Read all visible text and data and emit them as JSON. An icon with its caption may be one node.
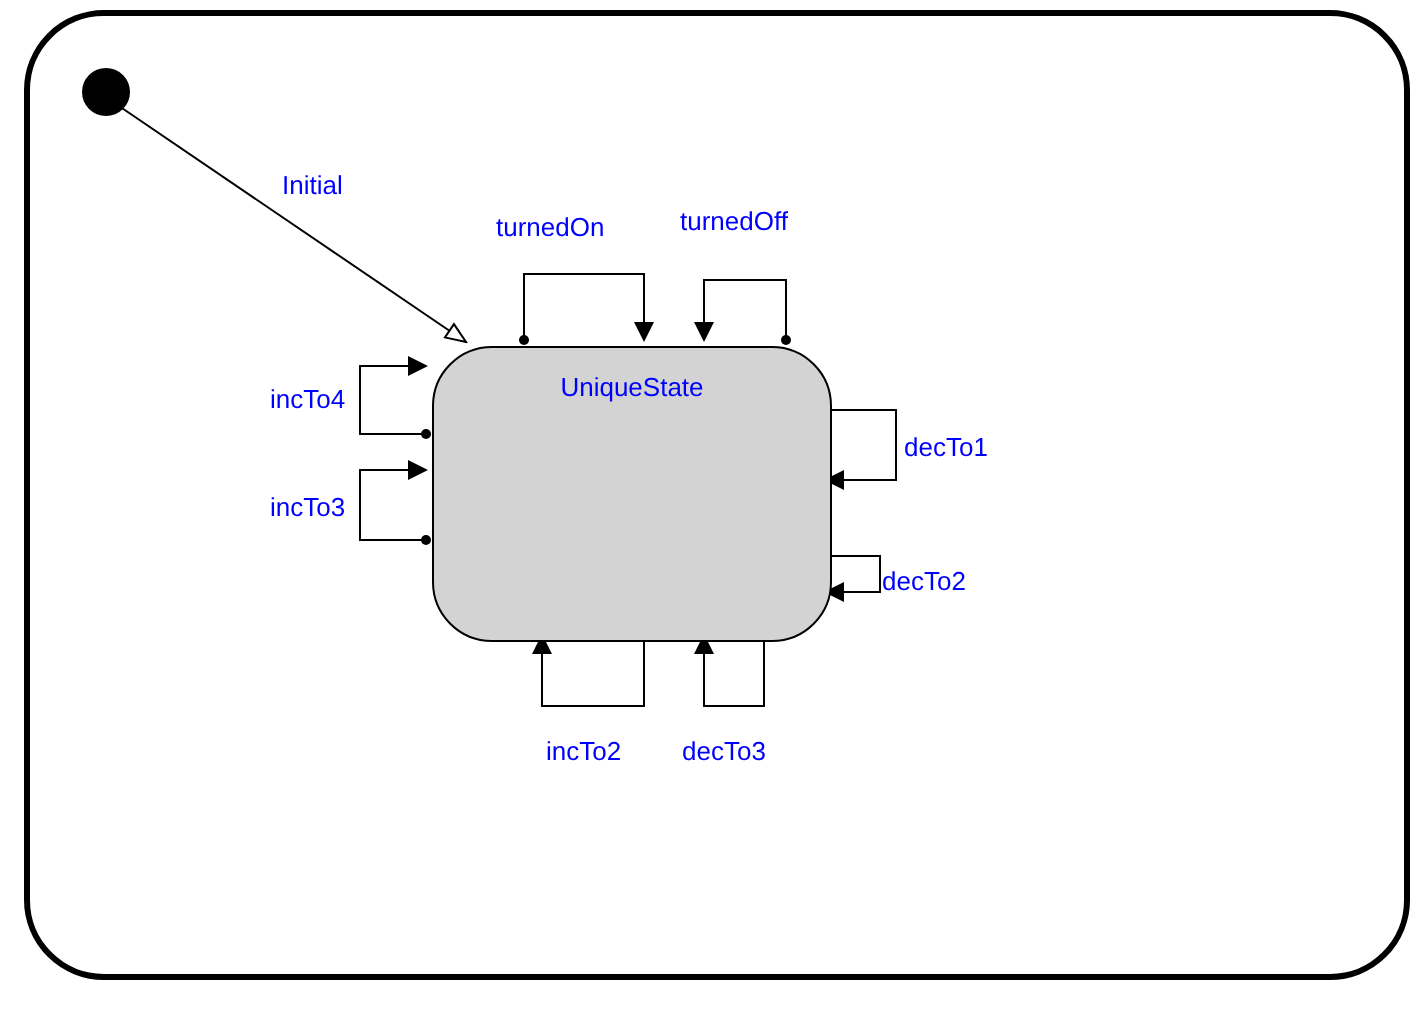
{
  "diagram": {
    "nodes": [
      {
        "text": [],
        "shape": "box"
      },
      {
        "text": [],
        "shape": "circle",
        "in": 0
      },
      {
        "text": [
          "UniqueState"
        ],
        "in": 0
      }
    ],
    "edges": [
      {
        "from": 1,
        "to": 2,
        "label": "Initial",
        "arrow": "to"
      },
      {
        "from": 2,
        "to": 2,
        "label": "turnedOn",
        "arrow": "to"
      },
      {
        "from": 2,
        "to": 2,
        "label": "turnedOff",
        "arrow": "to"
      },
      {
        "from": 2,
        "to": 2,
        "label": "incTo4",
        "arrow": "to"
      },
      {
        "from": 2,
        "to": 2,
        "label": "decTo1",
        "arrow": "to"
      },
      {
        "from": 2,
        "to": 2,
        "label": "incTo3",
        "arrow": "to"
      },
      {
        "from": 2,
        "to": 2,
        "label": "decTo2",
        "arrow": "to"
      },
      {
        "from": 2,
        "to": 2,
        "label": "incTo2",
        "arrow": "to"
      },
      {
        "from": 2,
        "to": 2,
        "label": "decTo3",
        "arrow": "to"
      }
    ]
  }
}
